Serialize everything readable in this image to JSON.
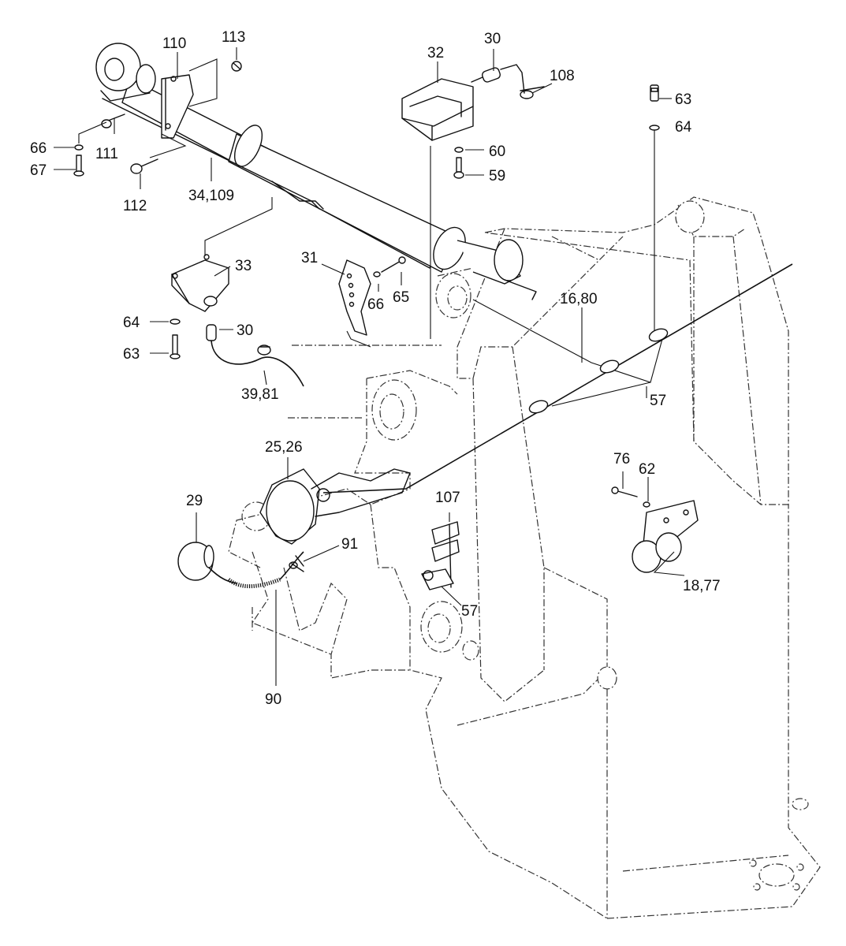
{
  "labels": {
    "l110": "110",
    "l113": "113",
    "l32": "32",
    "l30a": "30",
    "l108": "108",
    "l63a": "63",
    "l64a": "64",
    "l66a": "66",
    "l111": "111",
    "l67": "67",
    "l112": "112",
    "l34_109": "34,109",
    "l60": "60",
    "l59": "59",
    "l33": "33",
    "l31": "31",
    "l66b": "66",
    "l65": "65",
    "l16_80": "16,80",
    "l64b": "64",
    "l30b": "30",
    "l63b": "63",
    "l39_81": "39,81",
    "l57a": "57",
    "l25_26": "25,26",
    "l29": "29",
    "l107": "107",
    "l76": "76",
    "l62": "62",
    "l91": "91",
    "l57b": "57",
    "l18_77": "18,77",
    "l90": "90"
  }
}
